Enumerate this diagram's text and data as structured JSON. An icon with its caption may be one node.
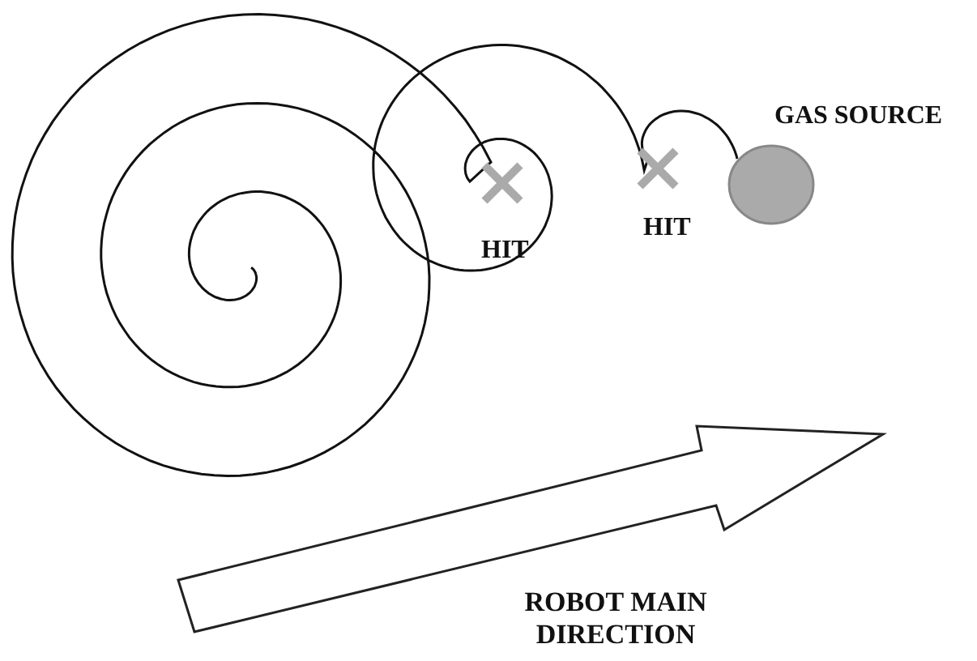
{
  "diagram": {
    "labels": [
      "GAS SOURCE",
      "HIT",
      "HIT",
      "ROBOT MAIN DIRECTION"
    ]
  }
}
